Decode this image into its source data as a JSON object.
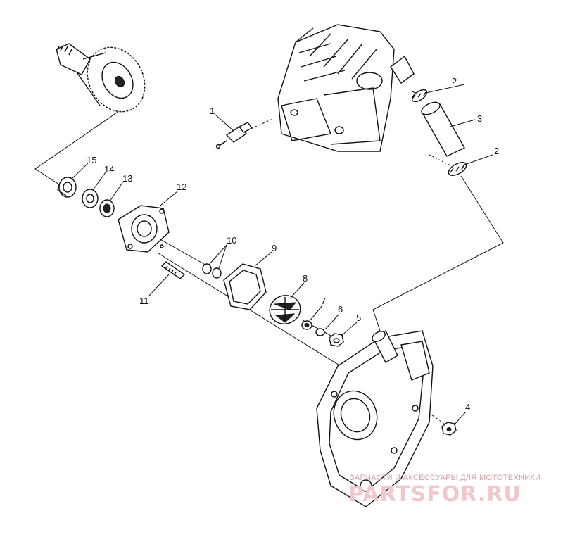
{
  "callouts": [
    {
      "label": "1"
    },
    {
      "label": "2"
    },
    {
      "label": "3"
    },
    {
      "label": "2"
    },
    {
      "label": "4"
    },
    {
      "label": "5"
    },
    {
      "label": "6"
    },
    {
      "label": "7"
    },
    {
      "label": "8"
    },
    {
      "label": "9"
    },
    {
      "label": "10"
    },
    {
      "label": "11"
    },
    {
      "label": "12"
    },
    {
      "label": "13"
    },
    {
      "label": "14"
    },
    {
      "label": "15"
    }
  ],
  "watermark": {
    "tagline": "ЗАПЧАСТИ И АКСЕССУАРЫ ДЛЯ МОТОТЕХНИКИ",
    "brand": "PARTSFOR.RU"
  },
  "colors": {
    "line": "#111111",
    "watermark": "#f0c8cc"
  }
}
